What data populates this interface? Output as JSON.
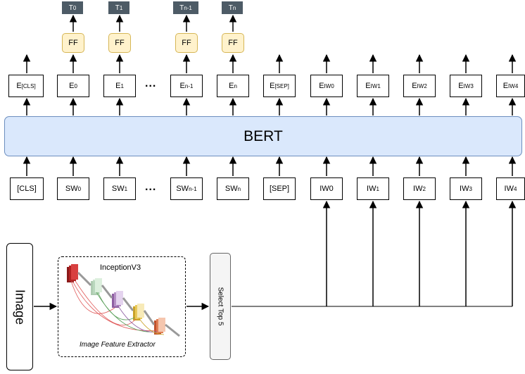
{
  "bert_label": "BERT",
  "ellipsis": "...",
  "outputs": [
    {
      "main": "T",
      "sub": "0"
    },
    {
      "main": "T",
      "sub": "1"
    },
    {
      "main": "T",
      "sub": "n-1"
    },
    {
      "main": "T",
      "sub": "n"
    }
  ],
  "ff_label": "FF",
  "embeddings": [
    {
      "main": "E",
      "sub": "[CLS]"
    },
    {
      "main": "E",
      "sub": "0"
    },
    {
      "main": "E",
      "sub": "1"
    },
    {
      "main": "E",
      "sub": "n-1"
    },
    {
      "main": "E",
      "sub": "n"
    },
    {
      "main": "E",
      "sub": "[SEP]"
    },
    {
      "main": "E",
      "sub": "IW0"
    },
    {
      "main": "E",
      "sub": "IW1"
    },
    {
      "main": "E",
      "sub": "IW2"
    },
    {
      "main": "E",
      "sub": "IW3"
    },
    {
      "main": "E",
      "sub": "IW4"
    }
  ],
  "inputs": [
    {
      "main": "[CLS]",
      "sub": ""
    },
    {
      "main": "SW",
      "sub": "0"
    },
    {
      "main": "SW",
      "sub": "1"
    },
    {
      "main": "SW",
      "sub": "n-1"
    },
    {
      "main": "SW",
      "sub": "n"
    },
    {
      "main": "[SEP]",
      "sub": ""
    },
    {
      "main": "IW0",
      "sub": ""
    },
    {
      "main": "IW",
      "sub": "1"
    },
    {
      "main": "IW",
      "sub": "2"
    },
    {
      "main": "IW",
      "sub": "3"
    },
    {
      "main": "IW",
      "sub": "4"
    }
  ],
  "image_label": "Image",
  "inception_label": "InceptionV3",
  "extractor_label": "Image Feature Extractor",
  "select_label": "Select Top 5",
  "colors": {
    "bert_fill": "#dae8fc",
    "bert_stroke": "#6c8ebf",
    "ff_fill": "#fff2cc",
    "ff_stroke": "#d6b656",
    "token_output_fill": "#4d5b66"
  }
}
